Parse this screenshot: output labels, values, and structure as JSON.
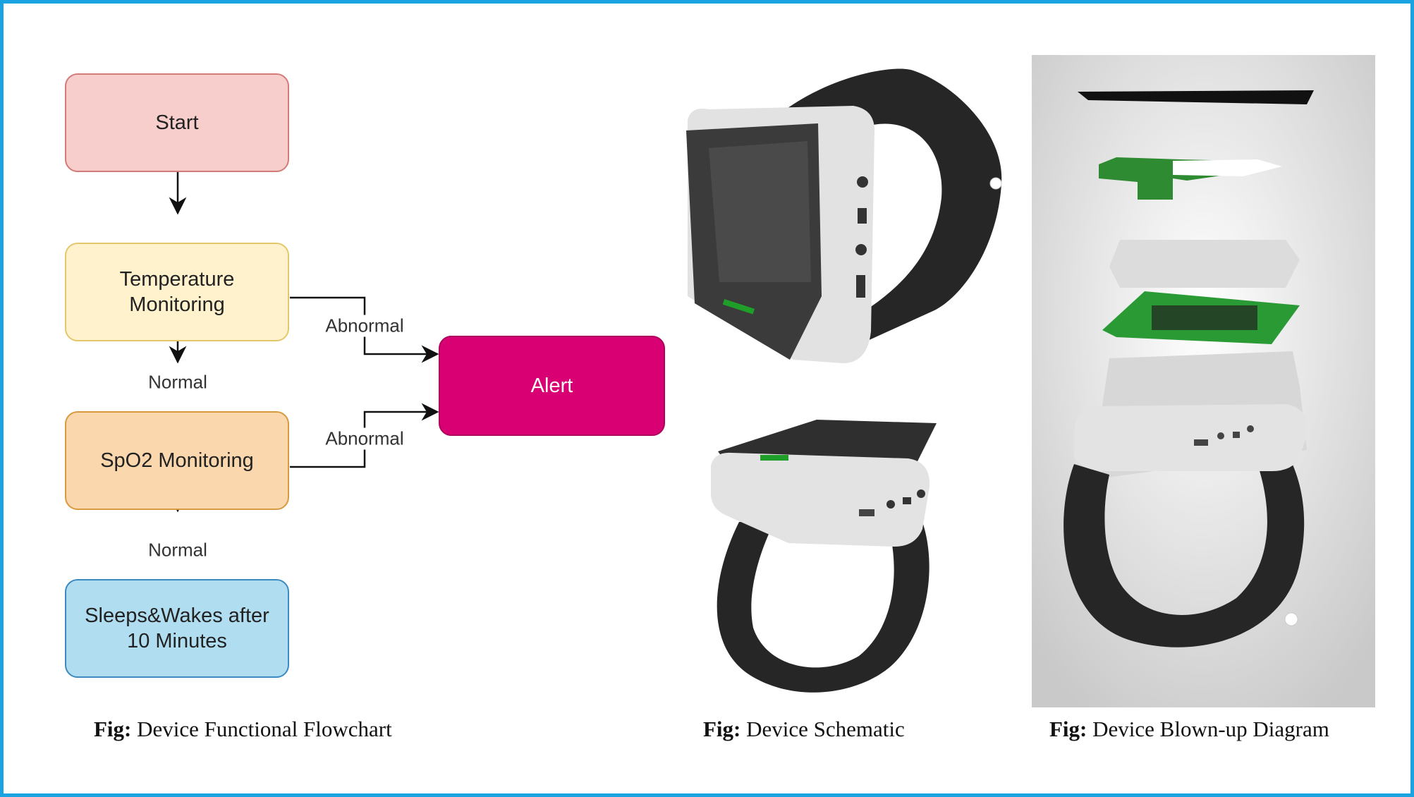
{
  "flowchart": {
    "nodes": {
      "start": "Start",
      "temperature": "Temperature\nMonitoring",
      "spo2": "SpO2 Monitoring",
      "sleep": "Sleeps&Wakes after\n10 Minutes",
      "alert": "Alert"
    },
    "edges": {
      "temp_normal": "Normal",
      "spo2_normal": "Normal",
      "temp_abnormal": "Abnormal",
      "spo2_abnormal": "Abnormal"
    },
    "colors": {
      "start": "#f8cecc",
      "temperature": "#fff2cc",
      "spo2": "#fad7ac",
      "sleep": "#b1ddf0",
      "alert": "#d80073"
    }
  },
  "captions": {
    "prefix": "Fig:",
    "flowchart": "Device Functional Flowchart",
    "schematic": "Device Schematic",
    "blownup": "Device Blown-up Diagram"
  }
}
